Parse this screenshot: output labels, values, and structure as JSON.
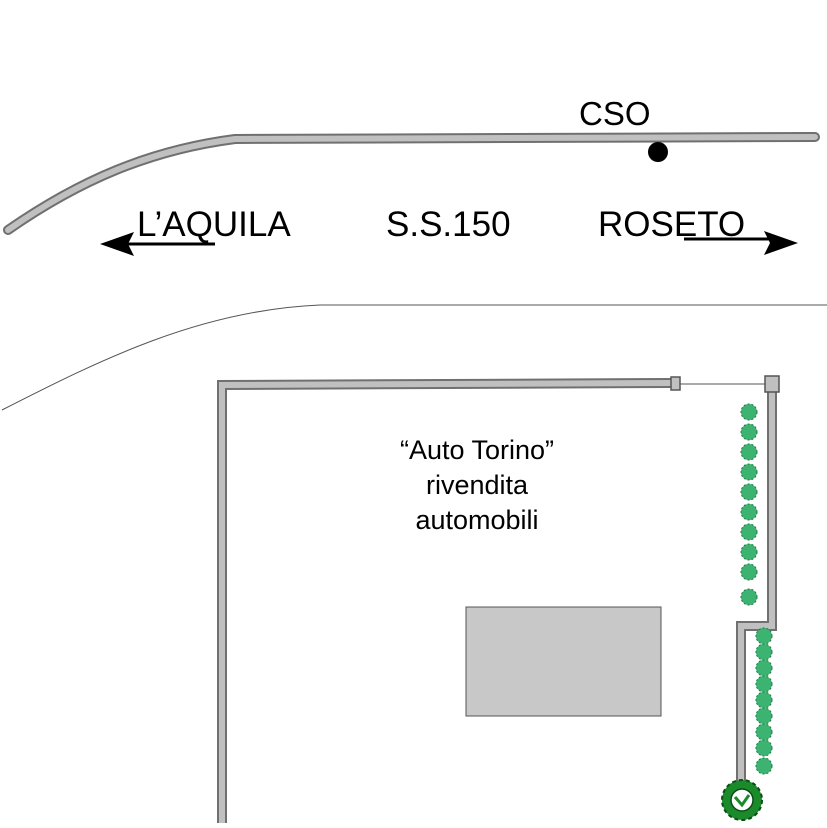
{
  "labels": {
    "cso": "CSO",
    "direction_left": "L’AQUILA",
    "road_name": "S.S.150",
    "direction_right": "ROSETO"
  },
  "dealer": {
    "line1": "“Auto Torino”",
    "line2": "rivendita",
    "line3": "automobili"
  },
  "colors": {
    "road": "#c0c0c0",
    "outline": "#606060",
    "hedge": "#3cb371",
    "tree": "#1a8a2a",
    "building": "#c8c8c8"
  }
}
